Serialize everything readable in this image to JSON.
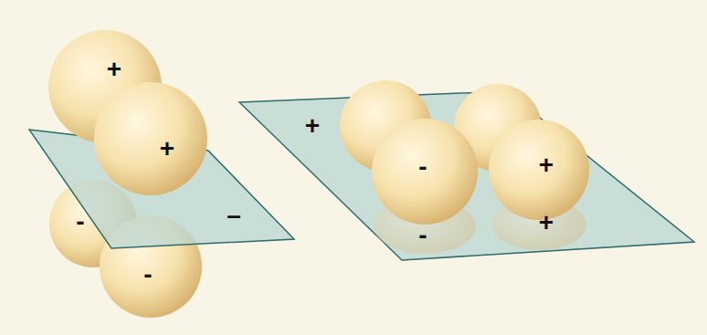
{
  "diagram": {
    "labels": [
      "+",
      "+",
      "-",
      "–",
      "-",
      "+",
      "-",
      "+",
      "-",
      "+"
    ]
  }
}
